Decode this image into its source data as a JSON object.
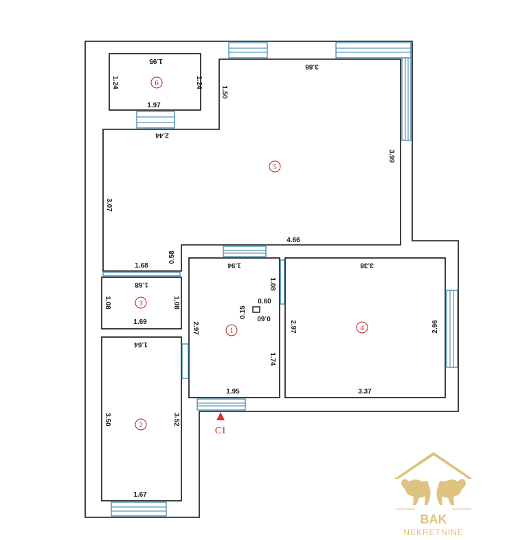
{
  "rooms": [
    {
      "id": "1",
      "label": "1"
    },
    {
      "id": "2",
      "label": "2"
    },
    {
      "id": "3",
      "label": "3"
    },
    {
      "id": "4",
      "label": "4"
    },
    {
      "id": "5",
      "label": "5"
    },
    {
      "id": "6",
      "label": "6"
    }
  ],
  "dims": {
    "r6_top": "1.95",
    "r6_bottom": "1.97",
    "r6_left": "1.24",
    "r6_right": "1.24",
    "r5_top": "3.88",
    "r5_notch": "1.50",
    "r5_upper_left": "2.44",
    "r5_right": "3.99",
    "r5_left": "3.07",
    "r5_bottom": "4.66",
    "r5_step": "0.58",
    "r5_bottom_left": "1.68",
    "r3_top": "1.68",
    "r3_bottom": "1.69",
    "r3_left": "1.08",
    "r3_right": "1.08",
    "r1_top": "1.94",
    "r1_left": "2.97",
    "r1_upper_right": "1.08",
    "r1_niche_w": "0.60",
    "r1_niche_d": "0.15",
    "r1_niche_w2": "0.60",
    "r1_lower_right": "1.74",
    "r1_bottom": "1.95",
    "r4_top": "3.38",
    "r4_left": "2.97",
    "r4_right": "2.96",
    "r4_bottom": "3.37",
    "r2_top": "1.64",
    "r2_left": "3.50",
    "r2_right": "3.52",
    "r2_bottom": "1.67"
  },
  "entrance": {
    "label": "C1"
  },
  "logo": {
    "brand": "BAK",
    "sub": "NEKRETNINE"
  },
  "colors": {
    "wall": "#111111",
    "window": "#2f7fa5",
    "room_number": "#b02020",
    "logo": "#d9b86a"
  }
}
